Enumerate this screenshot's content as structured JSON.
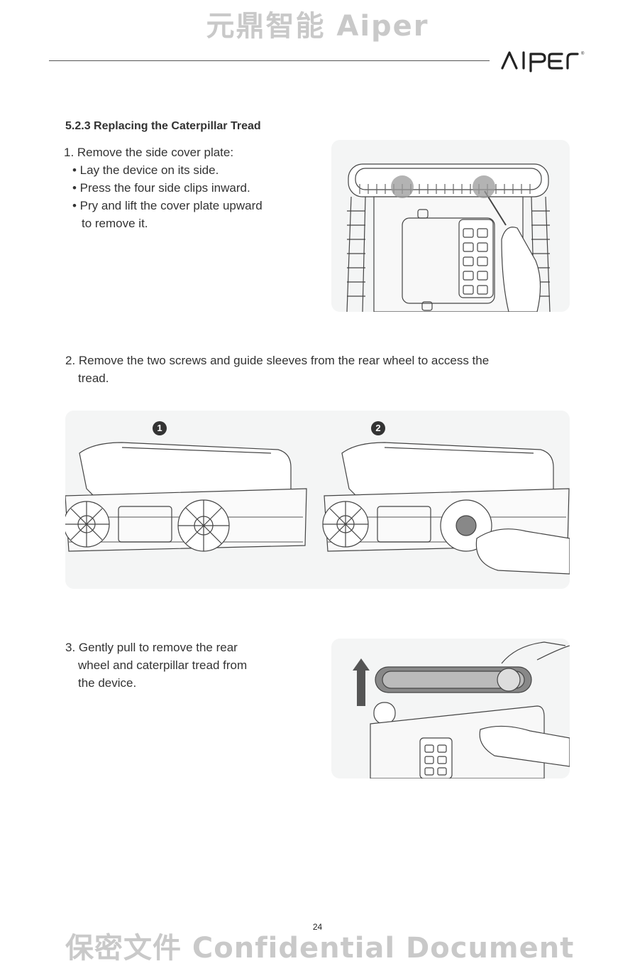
{
  "watermark": {
    "top": "元鼎智能 Aiper",
    "bottom": "保密文件 Confidential Document"
  },
  "logo": {
    "text": "AIPER",
    "mark": "®"
  },
  "section": {
    "title": "5.2.3 Replacing the Caterpillar Tread"
  },
  "step1": {
    "heading": "1. Remove the side cover plate:",
    "bullets": [
      "• Lay the device on its side.",
      "• Press the four side clips inward.",
      "• Pry and lift the cover plate upward"
    ],
    "continuation": "to remove it."
  },
  "step2": {
    "line1": "2. Remove the two screws and guide sleeves from the rear wheel to access the",
    "line2": "tread.",
    "badges": [
      "1",
      "2"
    ]
  },
  "step3": {
    "lines": [
      "3. Gently pull to remove the rear",
      "wheel and caterpillar tread from",
      "the device."
    ]
  },
  "page": {
    "number": "24"
  }
}
